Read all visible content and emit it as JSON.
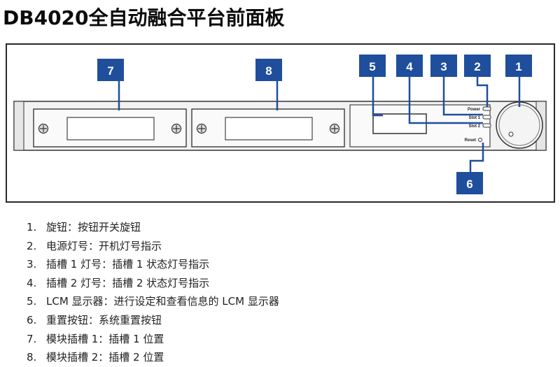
{
  "title": "DB4020全自动融合平台前面板",
  "panel_labels": {
    "power": "Power",
    "slot1": "Slot 1",
    "slot2": "Slot 2",
    "reset": "Reset"
  },
  "callouts": [
    "1",
    "2",
    "3",
    "4",
    "5",
    "6",
    "7",
    "8"
  ],
  "legend": [
    {
      "num": "1.",
      "text": "旋钮：按钮开关旋钮"
    },
    {
      "num": "2.",
      "text": "电源灯号：开机灯号指示"
    },
    {
      "num": "3.",
      "text": "插槽 1 灯号：插槽 1 状态灯号指示"
    },
    {
      "num": "4.",
      "text": "插槽 2 灯号：插槽 2 状态灯号指示"
    },
    {
      "num": "5.",
      "text": "LCM 显示器：进行设定和查看信息的 LCM 显示器"
    },
    {
      "num": "6.",
      "text": "重置按钮：系统重置按钮"
    },
    {
      "num": "7.",
      "text": "模块插槽 1：插槽 1 位置"
    },
    {
      "num": "8.",
      "text": "模块插槽 2：插槽 2 位置"
    }
  ],
  "colors": {
    "callout_bg": "#1f4e9c",
    "callout_fg": "#ffffff",
    "line": "#1f4e9c"
  }
}
